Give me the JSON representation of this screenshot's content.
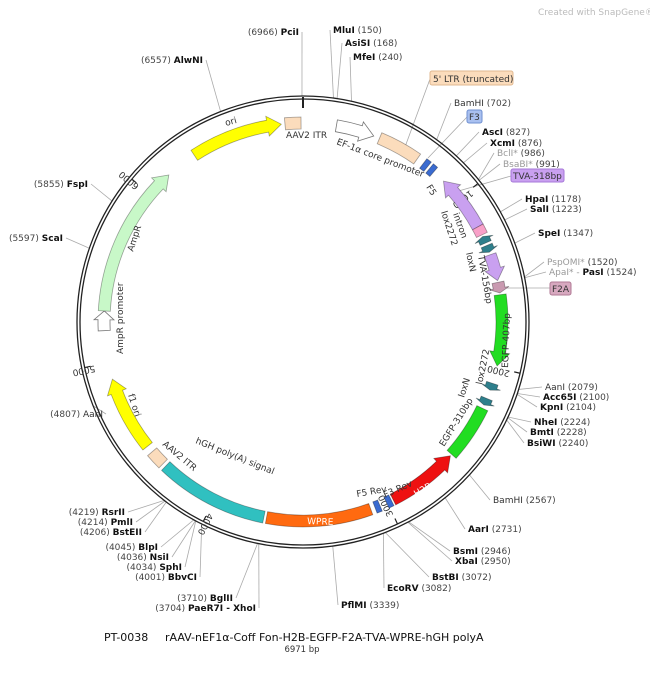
{
  "credit": "Created with SnapGene®",
  "plasmid": {
    "id": "PT-0038",
    "name": "rAAV-nEF1α-Coff Fon-H2B-EGFP-F2A-TVA-WPRE-hGH polyA",
    "length_bp": 6971,
    "length_label": "6971 bp"
  },
  "ticks": [
    "1000",
    "2000",
    "3000",
    "4000",
    "5000",
    "6000"
  ],
  "features": [
    {
      "name": "ori",
      "start": 6330,
      "end": 6850,
      "dir": "fwd",
      "color": "#ffff00"
    },
    {
      "name": "AAV2 ITR",
      "start": 6870,
      "end": 6960,
      "dir": "none",
      "color": "#fbdcbc"
    },
    {
      "name": "EF-1α core promoter",
      "start": 187,
      "end": 403,
      "dir": "fwd",
      "color": "#ffffff"
    },
    {
      "name": "5' LTR (truncated)",
      "start": 438,
      "end": 678,
      "dir": "none",
      "color": "#fbdcbc"
    },
    {
      "name": "F3",
      "start": 720,
      "end": 750,
      "dir": "none",
      "color": "#3a6bd0"
    },
    {
      "name": "F5",
      "start": 765,
      "end": 795,
      "dir": "none",
      "color": "#3a6bd0"
    },
    {
      "name": "TVA-318bp",
      "start": 870,
      "end": 1190,
      "dir": "rev",
      "color": "#c9a0f0"
    },
    {
      "name": "intron",
      "start": 1190,
      "end": 1240,
      "dir": "none",
      "color": "#f8a0c8"
    },
    {
      "name": "lox2272",
      "start": 1250,
      "end": 1290,
      "dir": "rev",
      "color": "#2e7f8c"
    },
    {
      "name": "loxN",
      "start": 1305,
      "end": 1345,
      "dir": "fwd",
      "color": "#2e7f8c"
    },
    {
      "name": "TVA-156bp",
      "start": 1360,
      "end": 1510,
      "dir": "fwd",
      "color": "#c9a0f0"
    },
    {
      "name": "F2A",
      "start": 1520,
      "end": 1580,
      "dir": "fwd",
      "color": "#c99ab0"
    },
    {
      "name": "EGFP-407bp",
      "start": 1590,
      "end": 1990,
      "dir": "fwd",
      "color": "#22dd22"
    },
    {
      "name": "lox2272",
      "start": 2090,
      "end": 2130,
      "dir": "fwd",
      "color": "#2e7f8c"
    },
    {
      "name": "loxN",
      "start": 2180,
      "end": 2220,
      "dir": "fwd",
      "color": "#2e7f8c"
    },
    {
      "name": "EGFP-310bp",
      "start": 2240,
      "end": 2550,
      "dir": "none",
      "color": "#22dd22"
    },
    {
      "name": "H2B",
      "start": 2560,
      "end": 2965,
      "dir": "rev",
      "color": "#ee1111"
    },
    {
      "name": "F3 Rev",
      "start": 2975,
      "end": 3005,
      "dir": "none",
      "color": "#3a6bd0"
    },
    {
      "name": "F5 Rev",
      "start": 3045,
      "end": 3075,
      "dir": "none",
      "color": "#3a6bd0"
    },
    {
      "name": "WPRE",
      "start": 3100,
      "end": 3690,
      "dir": "none",
      "color": "#ff6a10"
    },
    {
      "name": "hGH poly(A) signal",
      "start": 3705,
      "end": 4330,
      "dir": "none",
      "color": "#30c0c0"
    },
    {
      "name": "AAV2 ITR",
      "start": 4350,
      "end": 4440,
      "dir": "none",
      "color": "#fbdcbc"
    },
    {
      "name": "f1 ori",
      "start": 4480,
      "end": 4905,
      "dir": "fwd",
      "color": "#ffff00"
    },
    {
      "name": "AmpR promoter",
      "start": 5180,
      "end": 5290,
      "dir": "fwd",
      "color": "#ffffff"
    },
    {
      "name": "AmpR",
      "start": 5290,
      "end": 6150,
      "dir": "fwd",
      "color": "#c8f8c8"
    }
  ],
  "sites": [
    {
      "name": "PciI",
      "pos": 6966,
      "pos_label": "(6966)",
      "style": "bold"
    },
    {
      "name": "MluI",
      "pos": 150,
      "pos_label": "(150)",
      "style": "bold"
    },
    {
      "name": "AsiSI",
      "pos": 168,
      "pos_label": "(168)",
      "style": "bold"
    },
    {
      "name": "MfeI",
      "pos": 240,
      "pos_label": "(240)",
      "style": "bold"
    },
    {
      "name": "AlwNI",
      "pos": 6557,
      "pos_label": "(6557)",
      "style": "bold"
    },
    {
      "name": "BamHI",
      "pos": 702,
      "pos_label": "(702)",
      "style": "normal"
    },
    {
      "name": "AscI",
      "pos": 827,
      "pos_label": "(827)",
      "style": "bold"
    },
    {
      "name": "XcmI",
      "pos": 876,
      "pos_label": "(876)",
      "style": "bold"
    },
    {
      "name": "BclI*",
      "pos": 986,
      "pos_label": "(986)",
      "style": "gray"
    },
    {
      "name": "BsaBI*",
      "pos": 991,
      "pos_label": "(991)",
      "style": "gray"
    },
    {
      "name": "HpaI",
      "pos": 1178,
      "pos_label": "(1178)",
      "style": "bold"
    },
    {
      "name": "SalI",
      "pos": 1223,
      "pos_label": "(1223)",
      "style": "bold"
    },
    {
      "name": "SpeI",
      "pos": 1347,
      "pos_label": "(1347)",
      "style": "bold"
    },
    {
      "name": "PspOMI*",
      "pos": 1520,
      "pos_label": "(1520)",
      "style": "gray"
    },
    {
      "name": "PasI",
      "pre": "ApaI* - ",
      "pos": 1524,
      "pos_label": "(1524)",
      "style": "bold"
    },
    {
      "name": "AanI",
      "pos": 2079,
      "pos_label": "(2079)",
      "style": "normal"
    },
    {
      "name": "Acc65I",
      "pos": 2100,
      "pos_label": "(2100)",
      "style": "bold"
    },
    {
      "name": "KpnI",
      "pos": 2104,
      "pos_label": "(2104)",
      "style": "bold"
    },
    {
      "name": "NheI",
      "pos": 2224,
      "pos_label": "(2224)",
      "style": "bold"
    },
    {
      "name": "BmtI",
      "pos": 2228,
      "pos_label": "(2228)",
      "style": "bold"
    },
    {
      "name": "BsiWI",
      "pos": 2240,
      "pos_label": "(2240)",
      "style": "bold"
    },
    {
      "name": "BamHI",
      "pos": 2567,
      "pos_label": "(2567)",
      "style": "normal"
    },
    {
      "name": "AarI",
      "pos": 2731,
      "pos_label": "(2731)",
      "style": "bold"
    },
    {
      "name": "BsmI",
      "pos": 2946,
      "pos_label": "(2946)",
      "style": "bold"
    },
    {
      "name": "XbaI",
      "pos": 2950,
      "pos_label": "(2950)",
      "style": "bold"
    },
    {
      "name": "BstBI",
      "pos": 3072,
      "pos_label": "(3072)",
      "style": "bold"
    },
    {
      "name": "EcoRV",
      "pos": 3082,
      "pos_label": "(3082)",
      "style": "bold"
    },
    {
      "name": "PflMI",
      "pos": 3339,
      "pos_label": "(3339)",
      "style": "bold"
    },
    {
      "name": "BglII",
      "pos": 3710,
      "pos_label": "(3710)",
      "style": "bold"
    },
    {
      "name": "PaeR7I - XhoI",
      "pos": 3704,
      "pos_label": "(3704)",
      "style": "bold"
    },
    {
      "name": "BbvCI",
      "pos": 4001,
      "pos_label": "(4001)",
      "style": "bold"
    },
    {
      "name": "SphI",
      "pos": 4034,
      "pos_label": "(4034)",
      "style": "bold"
    },
    {
      "name": "NsiI",
      "pos": 4036,
      "pos_label": "(4036)",
      "style": "bold"
    },
    {
      "name": "BlpI",
      "pos": 4045,
      "pos_label": "(4045)",
      "style": "bold"
    },
    {
      "name": "RsrII",
      "pos": 4219,
      "pos_label": "(4219)",
      "style": "bold"
    },
    {
      "name": "PmlI",
      "pos": 4214,
      "pos_label": "(4214)",
      "style": "bold"
    },
    {
      "name": "BstEII",
      "pos": 4206,
      "pos_label": "(4206)",
      "style": "bold"
    },
    {
      "name": "AanI",
      "pos": 4807,
      "pos_label": "(4807)",
      "style": "normal"
    },
    {
      "name": "ScaI",
      "pos": 5597,
      "pos_label": "(5597)",
      "style": "bold"
    },
    {
      "name": "FspI",
      "pos": 5855,
      "pos_label": "(5855)",
      "style": "bold"
    }
  ]
}
